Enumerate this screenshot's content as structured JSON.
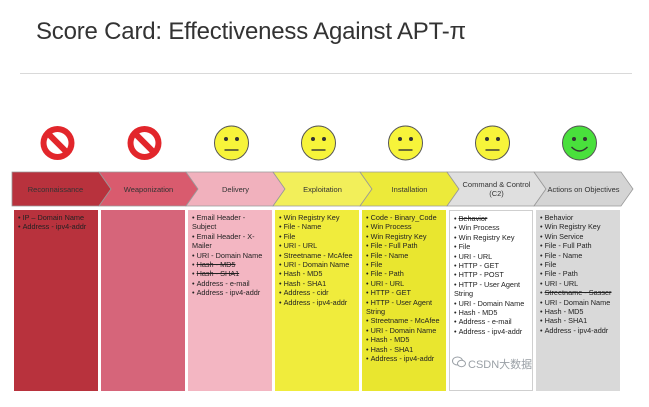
{
  "title": "Score Card: Effectiveness Against APT-π",
  "stages": [
    {
      "label": "Reconnaissance",
      "status": "blocked",
      "status_icon": "prohibited-icon",
      "arrow_color": "#b8323d",
      "column_color": "#b8323d",
      "items": [
        {
          "text": "IP – Domain Name",
          "struck": false
        },
        {
          "text": "Address - ipv4-addr",
          "struck": false
        }
      ]
    },
    {
      "label": "Weaponization",
      "status": "blocked",
      "status_icon": "prohibited-icon",
      "arrow_color": "#d95b6e",
      "column_color": "#d6657a",
      "items": []
    },
    {
      "label": "Delivery",
      "status": "partial",
      "status_icon": "neutral-face-icon",
      "arrow_color": "#f1b1bd",
      "column_color": "#f3b6c2",
      "items": [
        {
          "text": "Email Header - Subject",
          "struck": false
        },
        {
          "text": "Email Header - X-Mailer",
          "struck": false
        },
        {
          "text": "URI - Domain Name",
          "struck": false
        },
        {
          "text": "Hash - MD5",
          "struck": true
        },
        {
          "text": "Hash - SHA1",
          "struck": true
        },
        {
          "text": "Address - e-mail",
          "struck": false
        },
        {
          "text": "Address - ipv4-addr",
          "struck": false
        }
      ]
    },
    {
      "label": "Exploitation",
      "status": "partial",
      "status_icon": "neutral-face-icon",
      "arrow_color": "#f2ef5a",
      "column_color": "#f0ec3c",
      "items": [
        {
          "text": "Win Registry Key",
          "struck": false
        },
        {
          "text": "File - Name",
          "struck": false
        },
        {
          "text": "File",
          "struck": false
        },
        {
          "text": "URI - URL",
          "struck": false
        },
        {
          "text": "Streetname - McAfee",
          "struck": false
        },
        {
          "text": "URI - Domain Name",
          "struck": false
        },
        {
          "text": "Hash - MD5",
          "struck": false
        },
        {
          "text": "Hash - SHA1",
          "struck": false
        },
        {
          "text": "Address - cidr",
          "struck": false
        },
        {
          "text": "Address - ipv4-addr",
          "struck": false
        }
      ]
    },
    {
      "label": "Installation",
      "status": "partial",
      "status_icon": "neutral-face-icon",
      "arrow_color": "#ecea3a",
      "column_color": "#e9e62f",
      "items": [
        {
          "text": "Code - Binary_Code",
          "struck": false
        },
        {
          "text": "Win Process",
          "struck": false
        },
        {
          "text": "Win Registry Key",
          "struck": false
        },
        {
          "text": "File - Full Path",
          "struck": false
        },
        {
          "text": "File - Name",
          "struck": false
        },
        {
          "text": "File",
          "struck": false
        },
        {
          "text": "File - Path",
          "struck": false
        },
        {
          "text": "URI - URL",
          "struck": false
        },
        {
          "text": "HTTP - GET",
          "struck": false
        },
        {
          "text": "HTTP - User Agent String",
          "struck": false
        },
        {
          "text": "Streetname - McAfee",
          "struck": false
        },
        {
          "text": "URI - Domain Name",
          "struck": false
        },
        {
          "text": "Hash - MD5",
          "struck": false
        },
        {
          "text": "Hash - SHA1",
          "struck": false
        },
        {
          "text": "Address - ipv4-addr",
          "struck": false
        }
      ]
    },
    {
      "label": "Command & Control (C2)",
      "status": "partial",
      "status_icon": "neutral-face-icon",
      "arrow_color": "#dfdfdf",
      "column_color": "#ffffff",
      "items": [
        {
          "text": "Behavior",
          "struck": true
        },
        {
          "text": "Win Process",
          "struck": false
        },
        {
          "text": "Win Registry Key",
          "struck": false
        },
        {
          "text": "File",
          "struck": false
        },
        {
          "text": "URI - URL",
          "struck": false
        },
        {
          "text": "HTTP - GET",
          "struck": false
        },
        {
          "text": "HTTP - POST",
          "struck": false
        },
        {
          "text": "HTTP - User Agent String",
          "struck": false
        },
        {
          "text": "URI - Domain Name",
          "struck": false
        },
        {
          "text": "Hash - MD5",
          "struck": false
        },
        {
          "text": "Address - e-mail",
          "struck": false
        },
        {
          "text": "Address - ipv4-addr",
          "struck": false
        }
      ]
    },
    {
      "label": "Actions on Objectives",
      "status": "good",
      "status_icon": "smiley-face-icon",
      "arrow_color": "#d4d4d4",
      "column_color": "#d9d9d9",
      "items": [
        {
          "text": "Behavior",
          "struck": false
        },
        {
          "text": "Win Registry Key",
          "struck": false
        },
        {
          "text": "Win Service",
          "struck": false
        },
        {
          "text": "File - Full Path",
          "struck": false
        },
        {
          "text": "File - Name",
          "struck": false
        },
        {
          "text": "File",
          "struck": false
        },
        {
          "text": "File - Path",
          "struck": false
        },
        {
          "text": "URI - URL",
          "struck": false
        },
        {
          "text": "Streetname - Sasser",
          "struck": true
        },
        {
          "text": "URI - Domain Name",
          "struck": false
        },
        {
          "text": "Hash - MD5",
          "struck": false
        },
        {
          "text": "Hash - SHA1",
          "struck": false
        },
        {
          "text": "Address - ipv4-addr",
          "struck": false
        }
      ]
    }
  ],
  "colors": {
    "prohibited": "#e2262b",
    "neutral": "#f7f43a",
    "good": "#49e03c",
    "face_stroke": "#555555",
    "arrow_border": "#999999"
  },
  "watermark": "CSDN大数据"
}
